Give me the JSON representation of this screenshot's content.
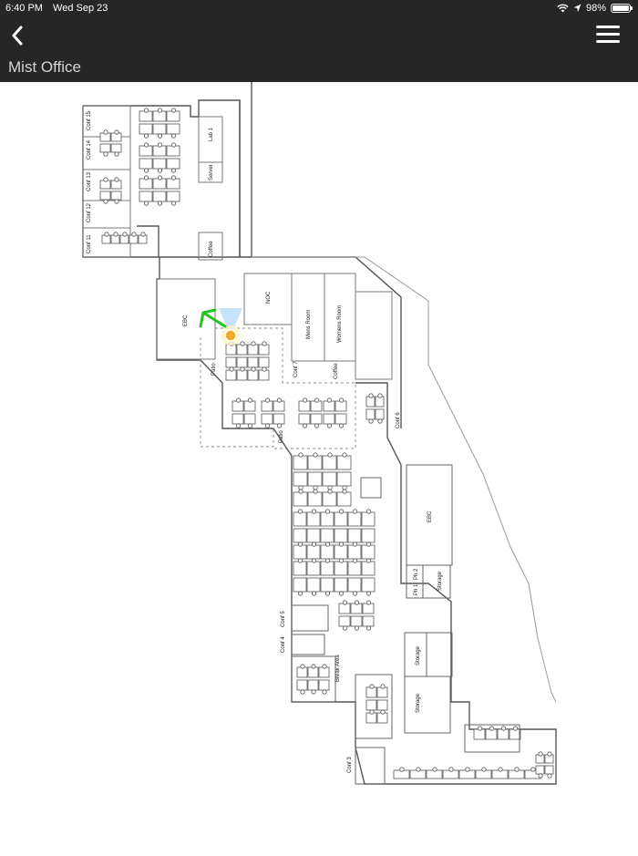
{
  "status_bar": {
    "time": "6:40 PM",
    "date": "Wed Sep 23",
    "battery_text": "98%",
    "battery_level": 0.98,
    "wifi_icon": "wifi-icon",
    "location_icon": "location-arrow-icon"
  },
  "nav": {
    "back_icon": "chevron-left-icon",
    "menu_icon": "hamburger-menu-icon"
  },
  "page": {
    "title": "Mist Office"
  },
  "map": {
    "rooms": {
      "conf15": "Conf 15",
      "conf14": "Conf 14",
      "conf13": "Conf 13",
      "conf12": "Conf 12",
      "conf11": "Conf 11",
      "lab1": "Lab 1",
      "server": "Server",
      "coffee_top": "Coffee",
      "noc": "NOC",
      "mens_room": "Mens Room",
      "womens_room": "Womens Room",
      "ebc_top": "EBC",
      "patio_left": "Patio",
      "conf7": "Conf 7",
      "coffee_mid": "Coffee",
      "conf6": "Conf 6",
      "patio_mid": "Patio",
      "ebc_right": "EBC",
      "ph1": "Ph 1",
      "ph2": "Ph 2",
      "storage_a": "Storage",
      "conf5": "Conf 5",
      "conf4": "Conf 4",
      "break_area": "Break Area",
      "storage_b": "Storage",
      "storage_c": "Storage",
      "conf3": "Conf 3"
    },
    "location_marker": {
      "color": "#f5a623",
      "heading_arrow_color": "#22c322",
      "beam_color": "#9fd0f7"
    }
  }
}
